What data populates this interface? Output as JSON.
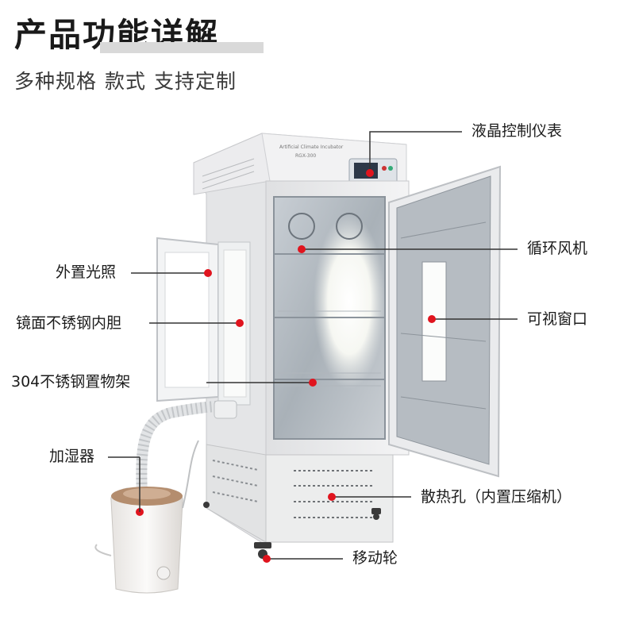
{
  "header": {
    "title": "产品功能详解",
    "subtitle_parts": [
      "多种规格",
      "款式",
      "支持定制"
    ]
  },
  "device": {
    "panel_text_1": "Artificial Climate Incubator",
    "panel_text_2": "RGX-300"
  },
  "callouts": [
    {
      "id": "lcd",
      "label": "液晶控制仪表"
    },
    {
      "id": "fan",
      "label": "循环风机"
    },
    {
      "id": "light",
      "label": "外置光照"
    },
    {
      "id": "liner",
      "label": "镜面不锈钢内胆"
    },
    {
      "id": "window",
      "label": "可视窗口"
    },
    {
      "id": "shelf",
      "label": "304不锈钢置物架"
    },
    {
      "id": "humidifier",
      "label": "加湿器"
    },
    {
      "id": "vent",
      "label": "散热孔（内置压缩机）"
    },
    {
      "id": "caster",
      "label": "移动轮"
    }
  ],
  "colors": {
    "dot": "#e0141e",
    "line": "#333333"
  }
}
